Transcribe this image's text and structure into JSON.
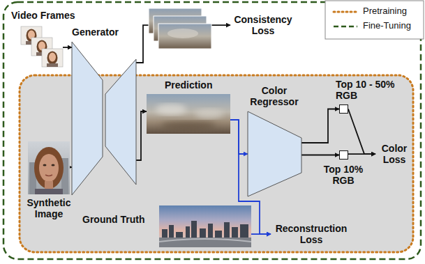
{
  "diagram": {
    "nodes": [
      {
        "text": [
          "Video Frames"
        ]
      },
      {
        "text": [
          "Generator"
        ]
      },
      {
        "text": [
          "Consistency Loss"
        ]
      },
      {
        "text": [
          "Synthetic Image"
        ]
      },
      {
        "text": [
          "Prediction"
        ]
      },
      {
        "text": [
          "Color Regressor"
        ]
      },
      {
        "text": [
          "Top 10 - 50% RGB"
        ]
      },
      {
        "text": [
          "Top 10% RGB"
        ]
      },
      {
        "text": [
          "Color Loss"
        ]
      },
      {
        "text": [
          "Ground Truth"
        ]
      },
      {
        "text": [
          "Reconstruction Loss"
        ]
      }
    ],
    "edges": [
      {
        "from": 0,
        "to": 1,
        "arrow": "to"
      },
      {
        "from": 1,
        "to": 2,
        "arrow": "to"
      },
      {
        "from": 3,
        "to": 1,
        "arrow": "to"
      },
      {
        "from": 1,
        "to": 4,
        "arrow": "to"
      },
      {
        "from": 4,
        "to": 5,
        "arrow": "to"
      },
      {
        "from": 5,
        "to": 6,
        "arrow": "to"
      },
      {
        "from": 5,
        "to": 7,
        "arrow": "to"
      },
      {
        "from": 6,
        "to": 8,
        "arrow": "to"
      },
      {
        "from": 7,
        "to": 8,
        "arrow": "to"
      },
      {
        "from": 4,
        "to": 10,
        "arrow": "to"
      },
      {
        "from": 9,
        "to": 10,
        "arrow": "to"
      }
    ],
    "legend": [
      {
        "text": "Pretraining"
      },
      {
        "text": "Fine-Tuning"
      }
    ]
  }
}
